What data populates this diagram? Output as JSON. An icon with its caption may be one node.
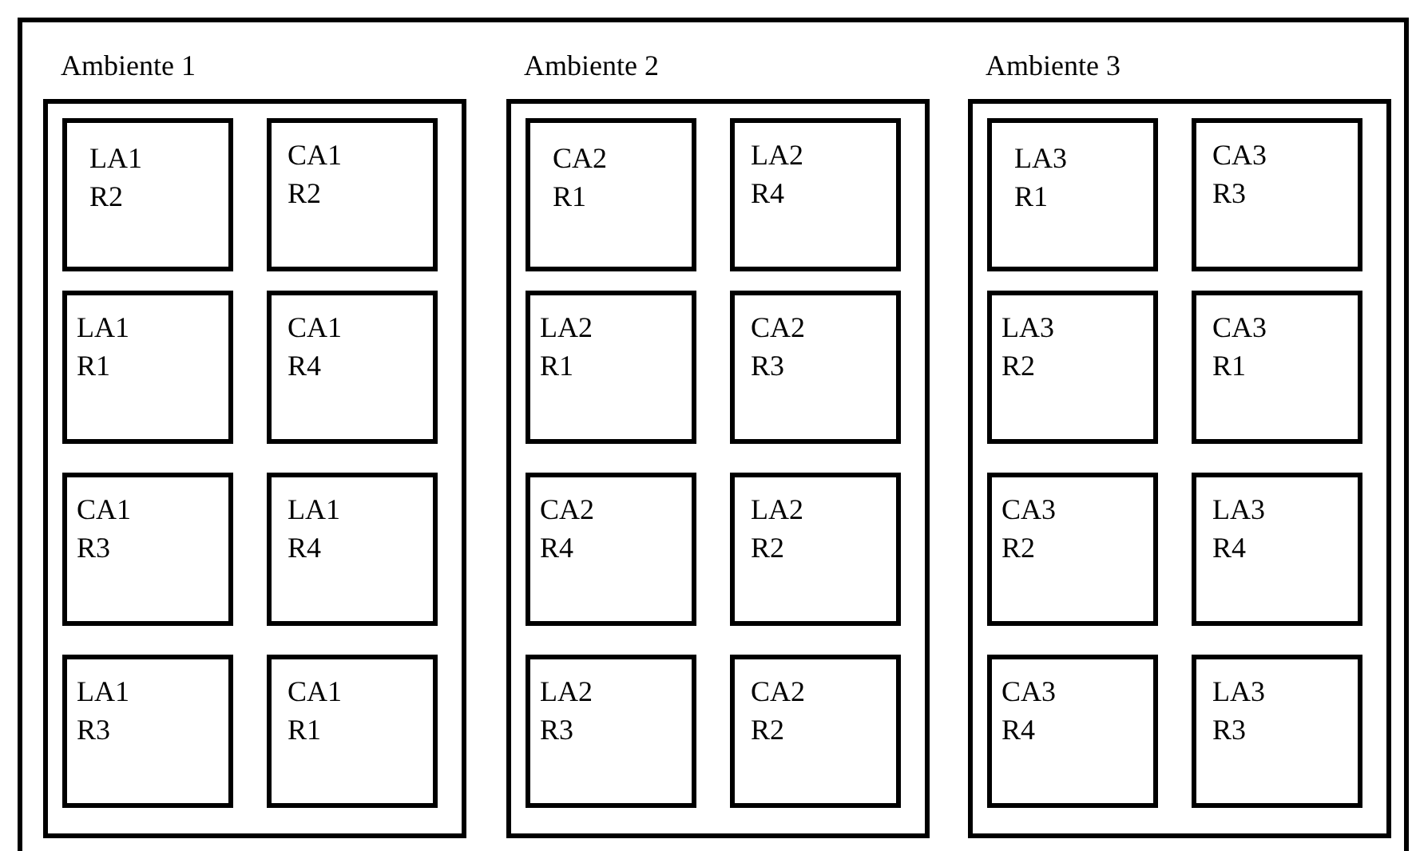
{
  "diagram": {
    "nodes": [
      {
        "text": [
          "Ambiente 1"
        ]
      },
      {
        "text": [
          "LA1 R2"
        ],
        "in": 0
      },
      {
        "text": [
          "CA1 R2"
        ],
        "in": 0
      },
      {
        "text": [
          "LA1 R1"
        ],
        "in": 0
      },
      {
        "text": [
          "CA1 R4"
        ],
        "in": 0
      },
      {
        "text": [
          "CA1 R3"
        ],
        "in": 0
      },
      {
        "text": [
          "LA1 R4"
        ],
        "in": 0
      },
      {
        "text": [
          "LA1 R3"
        ],
        "in": 0
      },
      {
        "text": [
          "CA1 R1"
        ],
        "in": 0
      },
      {
        "text": [
          "Ambiente 2"
        ]
      },
      {
        "text": [
          "CA2 R1"
        ],
        "in": 9
      },
      {
        "text": [
          "LA2 R4"
        ],
        "in": 9
      },
      {
        "text": [
          "LA2 R1"
        ],
        "in": 9
      },
      {
        "text": [
          "CA2 R3"
        ],
        "in": 9
      },
      {
        "text": [
          "CA2 R4"
        ],
        "in": 9
      },
      {
        "text": [
          "LA2 R2"
        ],
        "in": 9
      },
      {
        "text": [
          "LA2 R3"
        ],
        "in": 9
      },
      {
        "text": [
          "CA2 R2"
        ],
        "in": 9
      },
      {
        "text": [
          "Ambiente 3"
        ]
      },
      {
        "text": [
          "LA3 R1"
        ],
        "in": 18
      },
      {
        "text": [
          "CA3 R3"
        ],
        "in": 18
      },
      {
        "text": [
          "LA3 R2"
        ],
        "in": 18
      },
      {
        "text": [
          "CA3 R1"
        ],
        "in": 18
      },
      {
        "text": [
          "CA3 R2"
        ],
        "in": 18
      },
      {
        "text": [
          "LA3 R4"
        ],
        "in": 18
      },
      {
        "text": [
          "CA3 R4"
        ],
        "in": 18
      },
      {
        "text": [
          "LA3 R3"
        ],
        "in": 18
      }
    ]
  }
}
